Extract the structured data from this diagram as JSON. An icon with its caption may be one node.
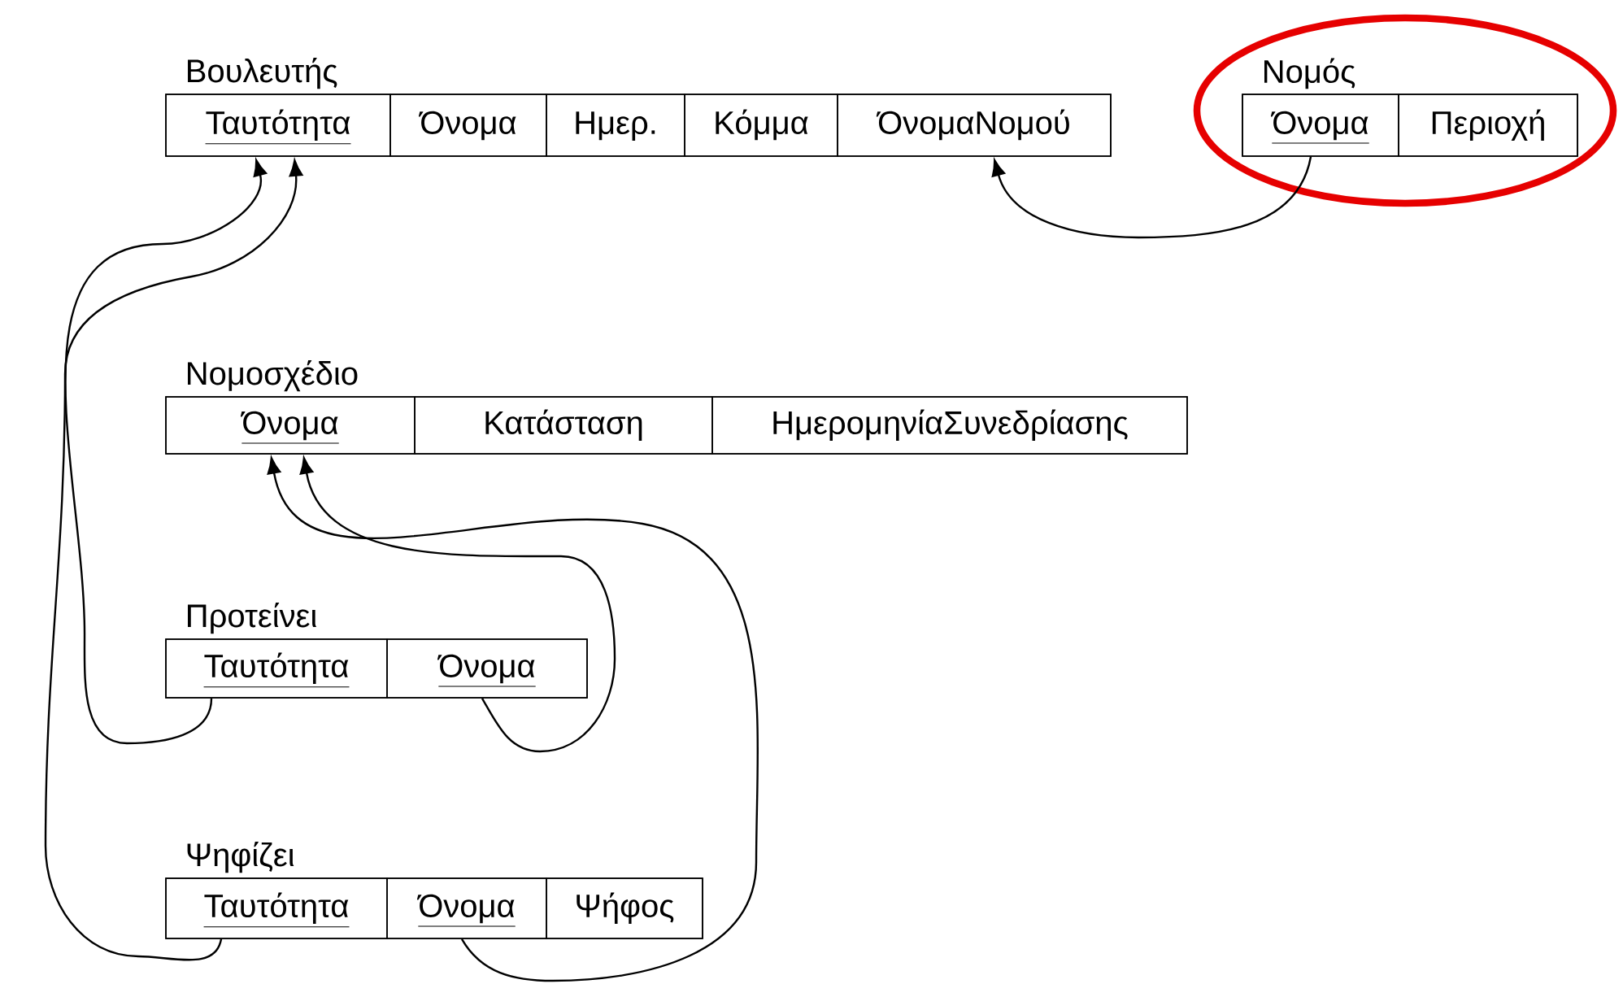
{
  "diagram": {
    "nodes": [
      {
        "text": [
          "Βουλευτής"
        ]
      },
      {
        "text": [
          "Ταυτότητα"
        ],
        "in": 0
      },
      {
        "text": [
          "Όνομα"
        ],
        "in": 0
      },
      {
        "text": [
          "Ημερ."
        ],
        "in": 0
      },
      {
        "text": [
          "Κόμμα"
        ],
        "in": 0
      },
      {
        "text": [
          "ΌνομαΝομού"
        ],
        "in": 0
      },
      {
        "text": [],
        "shape": "ellipse"
      },
      {
        "text": [
          "Νομός"
        ],
        "in": 6
      },
      {
        "text": [
          "Όνομα"
        ],
        "in": 7
      },
      {
        "text": [
          "Περιοχή"
        ],
        "in": 7
      },
      {
        "text": [
          "Νομοσχέδιο"
        ]
      },
      {
        "text": [
          "Όνομα"
        ],
        "in": 10
      },
      {
        "text": [
          "Κατάσταση"
        ],
        "in": 10
      },
      {
        "text": [
          "ΗμερομηνίαΣυνεδρίασης"
        ],
        "in": 10
      },
      {
        "text": [
          "Προτείνει"
        ]
      },
      {
        "text": [
          "Ταυτότητα"
        ],
        "in": 14
      },
      {
        "text": [
          "Όνομα"
        ],
        "in": 14
      },
      {
        "text": [
          "Ψηφίζει"
        ]
      },
      {
        "text": [
          "Ταυτότητα"
        ],
        "in": 17
      },
      {
        "text": [
          "Όνομα"
        ],
        "in": 17
      },
      {
        "text": [
          "Ψήφος"
        ],
        "in": 17
      }
    ],
    "edges": [
      {
        "from": 8,
        "to": 5,
        "arrow": "to"
      },
      {
        "from": 15,
        "to": 1,
        "arrow": "to"
      },
      {
        "from": 18,
        "to": 1,
        "arrow": "to"
      },
      {
        "from": 16,
        "to": 11,
        "arrow": "to"
      },
      {
        "from": 19,
        "to": 11,
        "arrow": "to"
      }
    ]
  }
}
